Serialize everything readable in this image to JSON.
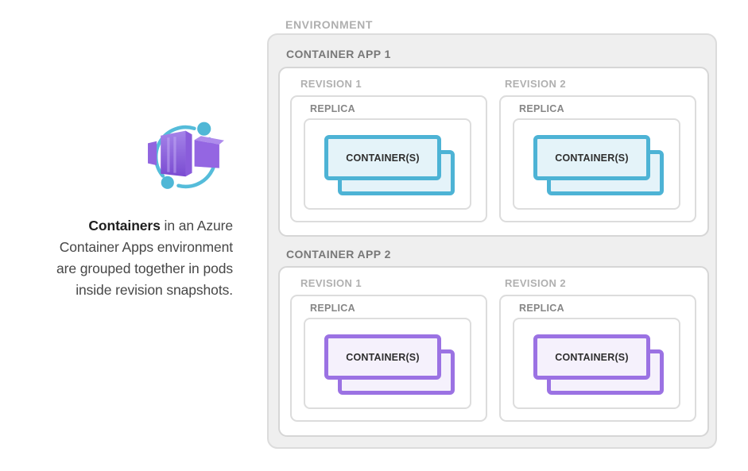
{
  "caption": {
    "bold": "Containers",
    "rest1": " in an Azure",
    "line2": "Container Apps environment",
    "line3": "are grouped together in pods",
    "line4": "inside revision snapshots."
  },
  "icon": {
    "ring": "#55bcda",
    "dot": "#4fb7d6",
    "box_left": "#9165df",
    "box_side": "#8a5cdb",
    "box_right_front": "#9466e2",
    "box_right_top": "#ae8bec"
  },
  "environment": {
    "label": "ENVIRONMENT",
    "apps": [
      {
        "label": "CONTAINER APP 1",
        "accent_border": "#4db3d5",
        "accent_fill": "#e4f3f9",
        "revisions": [
          {
            "label": "REVISION 1",
            "replica": {
              "label": "REPLICA",
              "containers_label": "CONTAINER(S)"
            }
          },
          {
            "label": "REVISION 2",
            "replica": {
              "label": "REPLICA",
              "containers_label": "CONTAINER(S)"
            }
          }
        ]
      },
      {
        "label": "CONTAINER APP 2",
        "accent_border": "#9b72e3",
        "accent_fill": "#f5f1fc",
        "revisions": [
          {
            "label": "REVISION 1",
            "replica": {
              "label": "REPLICA",
              "containers_label": "CONTAINER(S)"
            }
          },
          {
            "label": "REVISION 2",
            "replica": {
              "label": "REPLICA",
              "containers_label": "CONTAINER(S)"
            }
          }
        ]
      }
    ]
  }
}
